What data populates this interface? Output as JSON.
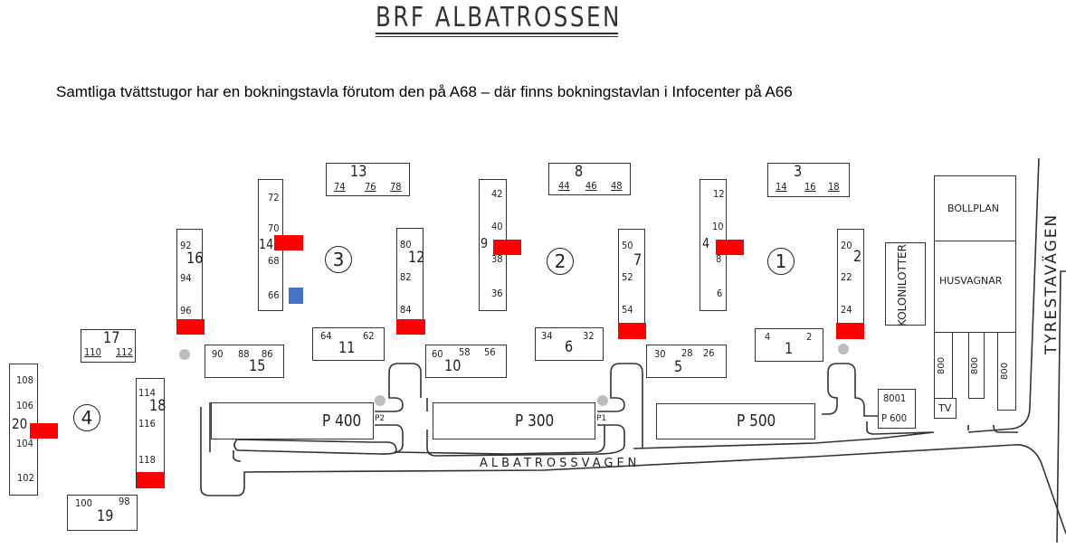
{
  "header": {
    "title": "BRF ALBATROSSEN",
    "subtitle": "Samtliga tvättstugor har en bokningstavla förutom den på A68 – där finns bokningstavlan i Infocenter på A66"
  },
  "colors": {
    "laundry_marker": "#ff0000",
    "infocenter_marker": "#4472c4",
    "dot": "#bdbdbd"
  },
  "areas": [
    "1",
    "2",
    "3",
    "4"
  ],
  "buildings": [
    {
      "number": "13",
      "units": [
        "74",
        "76",
        "78"
      ]
    },
    {
      "number": "14",
      "units": [
        "72",
        "70",
        "68",
        "66"
      ]
    },
    {
      "number": "16",
      "units": [
        "92",
        "94",
        "96"
      ]
    },
    {
      "number": "12",
      "units": [
        "80",
        "82",
        "84"
      ]
    },
    {
      "number": "17",
      "units": [
        "110",
        "112"
      ]
    },
    {
      "number": "11",
      "units": [
        "64",
        "62"
      ]
    },
    {
      "number": "15",
      "units": [
        "90",
        "88",
        "86"
      ]
    },
    {
      "number": "8",
      "units": [
        "44",
        "46",
        "48"
      ]
    },
    {
      "number": "9",
      "units": [
        "42",
        "40",
        "38",
        "36"
      ]
    },
    {
      "number": "7",
      "units": [
        "50",
        "52",
        "54"
      ]
    },
    {
      "number": "4",
      "units": [
        "12",
        "10",
        "8",
        "6"
      ]
    },
    {
      "number": "3",
      "units": [
        "14",
        "16",
        "18"
      ]
    },
    {
      "number": "2",
      "units": [
        "20",
        "22",
        "24"
      ]
    },
    {
      "number": "6",
      "units": [
        "34",
        "32"
      ]
    },
    {
      "number": "1",
      "units": [
        "4",
        "2"
      ]
    },
    {
      "number": "10",
      "units": [
        "60",
        "58",
        "56"
      ]
    },
    {
      "number": "5",
      "units": [
        "30",
        "28",
        "26"
      ]
    },
    {
      "number": "20",
      "units": [
        "108",
        "106",
        "104",
        "102"
      ]
    },
    {
      "number": "18",
      "units": [
        "114",
        "116",
        "118"
      ]
    },
    {
      "number": "19",
      "units": [
        "100",
        "98"
      ]
    }
  ],
  "parking": {
    "p400": "P 400",
    "p300": "P 300",
    "p500": "P 500",
    "p600": "P 600",
    "p2": "P2",
    "p1": "P1",
    "p8001": "8001"
  },
  "facilities": {
    "kolonilotter": "KOLONILOTTER",
    "bollplan": "BOLLPLAN",
    "husvagnar": "HUSVAGNAR",
    "garage": [
      "800",
      "800",
      "800"
    ],
    "tv": "TV"
  },
  "roads": {
    "albatrossvagen": "ALBATROSSVAGEN",
    "tyrestavagen": "TYRESTAVÄGEN"
  }
}
